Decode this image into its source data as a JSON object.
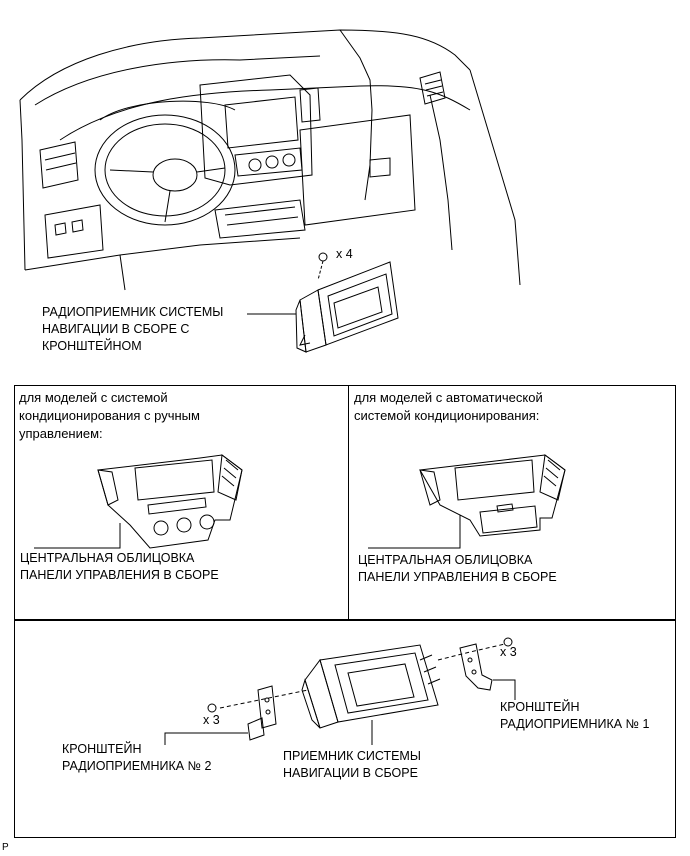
{
  "top": {
    "callout_qty": "x 4",
    "assembly_label": "РАДИОПРИЕМНИК СИСТЕМЫ\nНАВИГАЦИИ В СБОРЕ С\nКРОНШТЕЙНОМ"
  },
  "left_panel": {
    "header": "для моделей с системой\nкондиционирования с ручным\nуправлением:",
    "label": "ЦЕНТРАЛЬНАЯ ОБЛИЦОВКА\nПАНЕЛИ УПРАВЛЕНИЯ В СБОРЕ"
  },
  "right_panel": {
    "header": "для моделей с автоматической\nсистемой кондиционирования:",
    "label": "ЦЕНТРАЛЬНАЯ ОБЛИЦОВКА\nПАНЕЛИ УПРАВЛЕНИЯ В СБОРЕ"
  },
  "bottom_panel": {
    "qty_left": "x 3",
    "qty_right": "x 3",
    "bracket2_label": "КРОНШТЕЙН\nРАДИОПРИЕМНИКА № 2",
    "receiver_label": "ПРИЕМНИК СИСТЕМЫ\nНАВИГАЦИИ В СБОРЕ",
    "bracket1_label": "КРОНШТЕЙН\nРАДИОПРИЕМНИКА № 1"
  },
  "footer": {
    "code": "P"
  }
}
